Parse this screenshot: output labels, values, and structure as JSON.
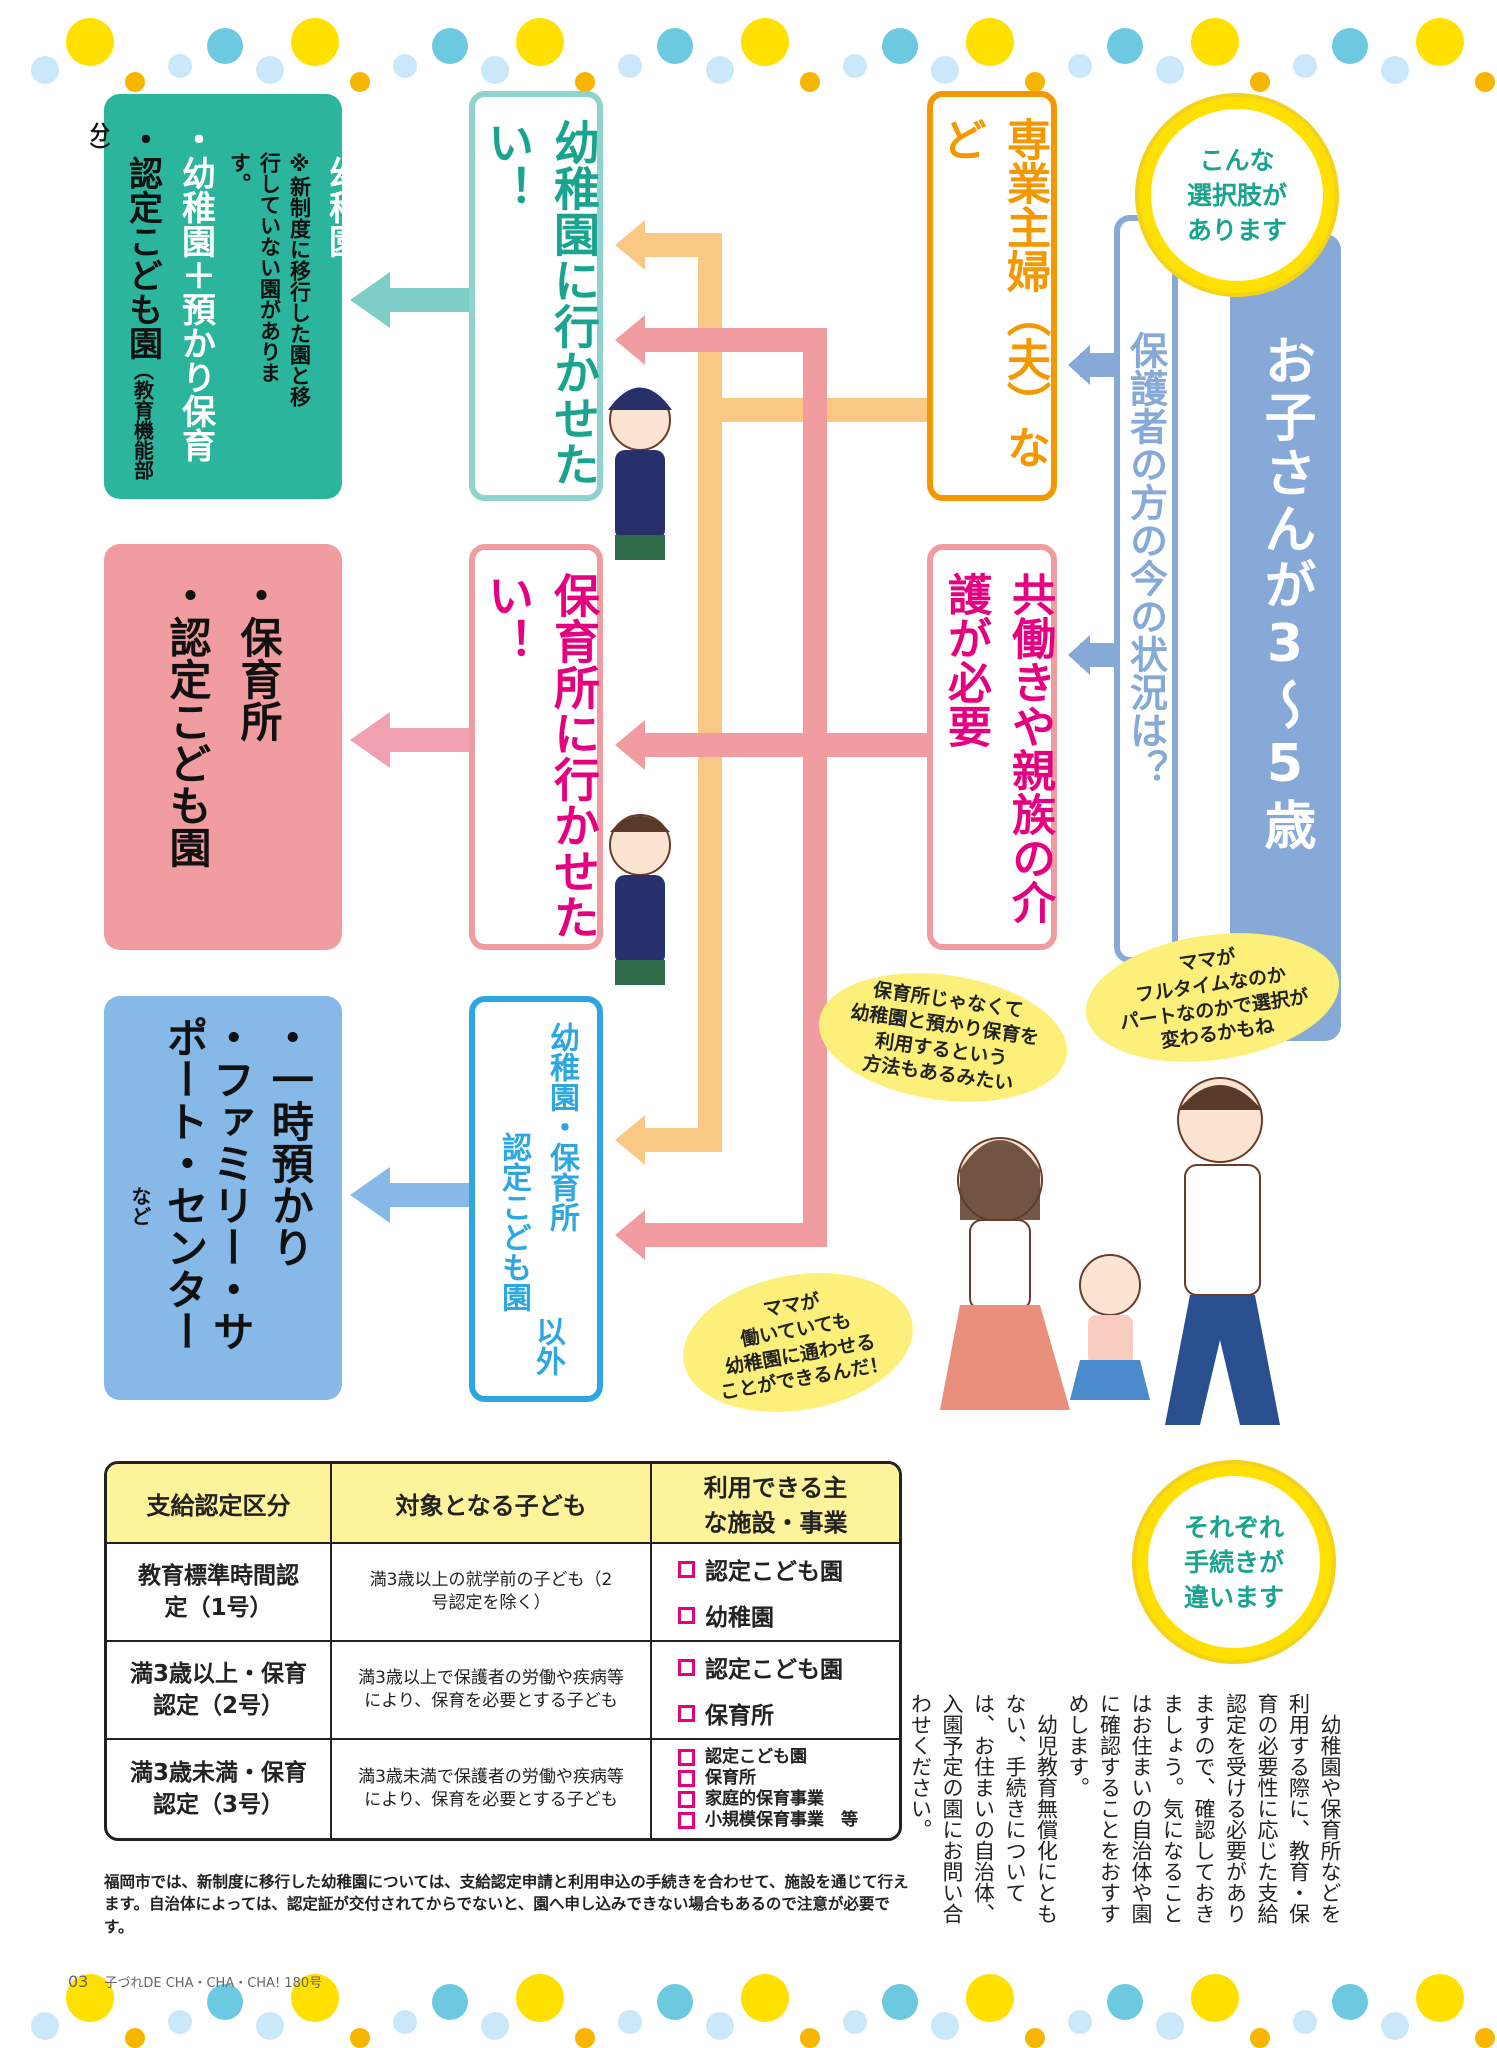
{
  "flow": {
    "age_box": "お子さんが3〜5歳",
    "question": "保護者の方の今の状況は？",
    "badge_top": [
      "こんな",
      "選択肢が",
      "あります"
    ],
    "situation_homemaker": "専業主婦（夫）など",
    "situation_working": "共働きや親族の介護が必要",
    "wish_kindergarten": "幼稚園に行かせたい！",
    "wish_nursery": "保育所に行かせたい！",
    "wish_other_top": "幼稚園・保育所",
    "wish_other_mid": "認定こども園",
    "wish_other_end": "以外",
    "result_kindergarten": {
      "item1": "・幼稚園",
      "note": "※新制度に移行した園と移行していない園があります。",
      "item2": "・幼稚園＋預かり保育",
      "item3": "・認定こども園",
      "item3_note": "（教育機能部分）"
    },
    "result_nursery": {
      "item1": "・保育所",
      "item2": "・認定こども園"
    },
    "result_other": {
      "item1": "・一時預かり",
      "item2": "・ファミリー・サポート・センター",
      "suffix": "など"
    }
  },
  "bubbles": {
    "fulltime": [
      "ママが",
      "フルタイムなのか",
      "パートなのかで選択が",
      "変わるかもね"
    ],
    "alt_method": [
      "保育所じゃなくて",
      "幼稚園と預かり保育を",
      "利用するという",
      "方法もあるみたい"
    ],
    "working_mom": [
      "ママが",
      "働いていても",
      "幼稚園に通わせる",
      "ことができるんだ！"
    ]
  },
  "table": {
    "headers": [
      "支給認定区分",
      "対象となる子ども",
      "利用できる主な施設・事業"
    ],
    "rows": [
      {
        "category": "教育標準時間認定（1号）",
        "target": "満3歳以上の就学前の子ども（2号認定を除く）",
        "facilities": [
          "認定こども園",
          "幼稚園"
        ]
      },
      {
        "category": "満3歳以上・保育認定（2号）",
        "target": "満3歳以上で保護者の労働や疾病等により、保育を必要とする子ども",
        "facilities": [
          "認定こども園",
          "保育所"
        ]
      },
      {
        "category": "満3歳未満・保育認定（3号）",
        "target": "満3歳未満で保護者の労働や疾病等により、保育を必要とする子ども",
        "facilities": [
          "認定こども園",
          "保育所",
          "家庭的保育事業",
          "小規模保育事業　等"
        ]
      }
    ]
  },
  "footnote": "福岡市では、新制度に移行した幼稚園については、支給認定申請と利用申込の手続きを合わせて、施設を通じて行えます。自治体によっては、認定証が交付されてからでないと、園へ申し込みできない場合もあるので注意が必要です。",
  "badge_bottom": [
    "それぞれ",
    "手続きが",
    "違います"
  ],
  "side_text": {
    "p1": "幼稚園や保育所などを利用する際に、教育・保育の必要性に応じた支給認定を受ける必要がありますので、確認しておきましょう。気になることはお住まいの自治体や園に確認することをおすすめします。",
    "p2": "幼児教育無償化にともない、手続きについては、お住まいの自治体、入園予定の園にお問い合わせください。"
  },
  "footer": {
    "page": "03",
    "magazine": "子づれDE CHA・CHA・CHA! 180号"
  },
  "colors": {
    "teal": "#2bb59c",
    "pink": "#f19ca0",
    "blue": "#86b8e8",
    "orange": "#f39800",
    "magenta": "#e4007f",
    "navy_blue": "#86a9d8",
    "yellow": "#ffe000"
  }
}
